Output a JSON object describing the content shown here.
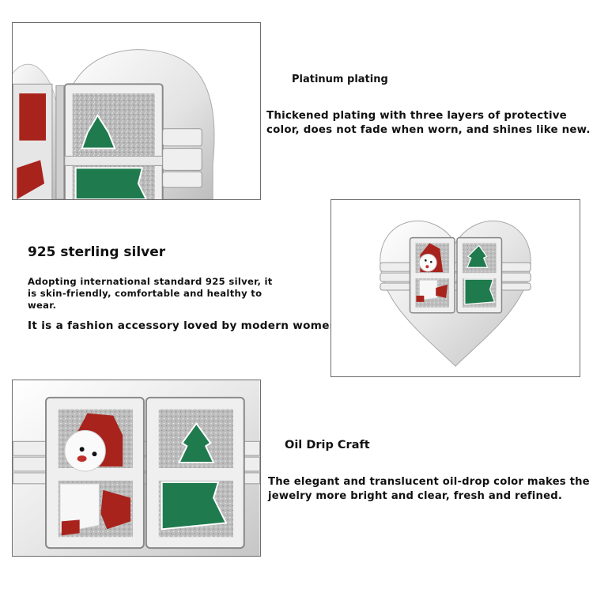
{
  "features": {
    "platinum": {
      "title": "Platinum plating",
      "body_lines": [
        "Thickened plating with three layers of protective",
        "color, does not fade when worn, and shines like new."
      ]
    },
    "silver": {
      "title": "925 sterling silver",
      "body_lines": [
        "Adopting international standard 925 silver, it",
        "is skin-friendly, comfortable and healthy to",
        "wear."
      ],
      "extra": "It is a fashion accessory loved by modern women."
    },
    "oil_drip": {
      "title": "Oil Drip Craft",
      "body_lines": [
        "The elegant and translucent oil-drop color makes the",
        "jewelry more bright and clear, fresh and refined."
      ]
    }
  },
  "images": {
    "top": "heart charm close-up (tree window)",
    "middle": "heart charm full view (Santa and tree windows)",
    "bottom": "heart charm windows close-up (Santa and tree)"
  },
  "colors": {
    "enamel_green": "#1f7a4d",
    "enamel_red": "#a8231c",
    "silver": "#d9d9d9",
    "frame_border": "#6d6d6d"
  }
}
